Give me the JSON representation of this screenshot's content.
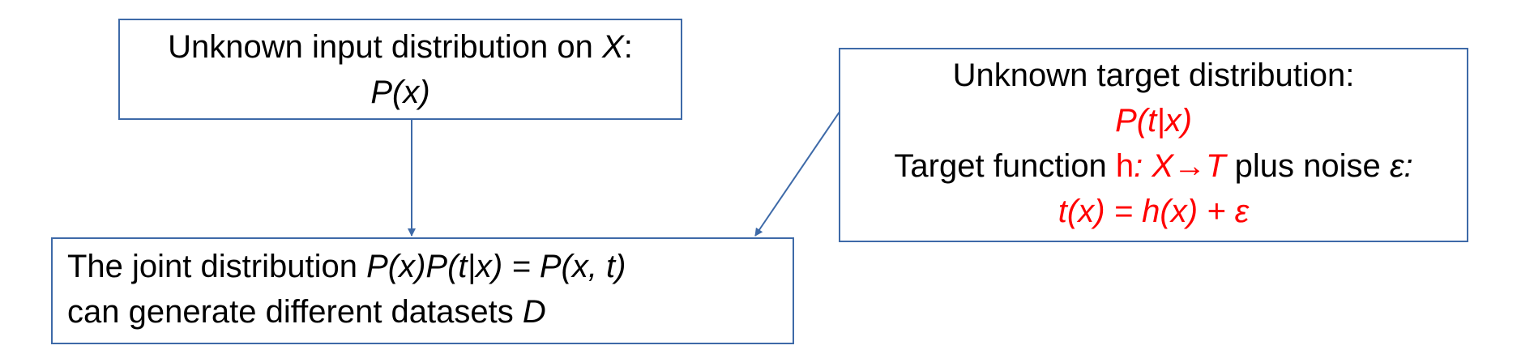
{
  "diagram": {
    "input_box": {
      "line1_text": "Unknown input distribution on ",
      "line1_var": "X",
      "line1_colon": ":",
      "line2": "P(x)"
    },
    "target_box": {
      "line1": "Unknown target distribution:",
      "line2": "P(t|x)",
      "line3_text": "Target function ",
      "line3_h": "h",
      "line3_map": ": X→T",
      "line3_plus": " plus noise ",
      "line3_eps": "ε:",
      "line4": "t(x) = h(x) + ε"
    },
    "joint_box": {
      "line1_text": "The joint distribution ",
      "line1_formula": "P(x)P(t|x) = P(x, t)",
      "line2_text": "can generate different datasets ",
      "line2_var": "D"
    }
  },
  "colors": {
    "border": "#3e6aa8",
    "arrow": "#3e6aa8",
    "highlight": "#ff0000",
    "text": "#000000"
  }
}
